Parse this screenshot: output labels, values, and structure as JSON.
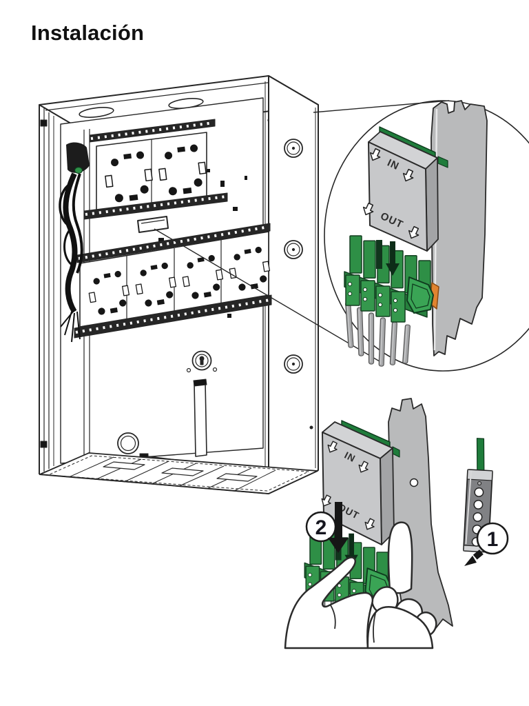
{
  "page": {
    "title": "Instalación"
  },
  "figure": {
    "detail_view": {
      "in_label": "IN",
      "out_label": "OUT"
    },
    "install_view": {
      "in_label": "IN",
      "out_label": "OUT"
    },
    "callouts": {
      "step1": "1",
      "step2": "2"
    }
  },
  "colors": {
    "line": "#231f20",
    "panel_gray": "#b9babb",
    "module_gray": "#c7c8ca",
    "module_gray_dark": "#a3a4a6",
    "module_gray_top": "#d2d3d5",
    "pcb_green": "#1f7c3b",
    "terminal_green": "#2e8f46",
    "terminal_green_bright": "#3aa455",
    "terminal_green_dark": "#143f21",
    "lever_orange": "#e08430",
    "wire_gray": "#a5a6a8"
  }
}
